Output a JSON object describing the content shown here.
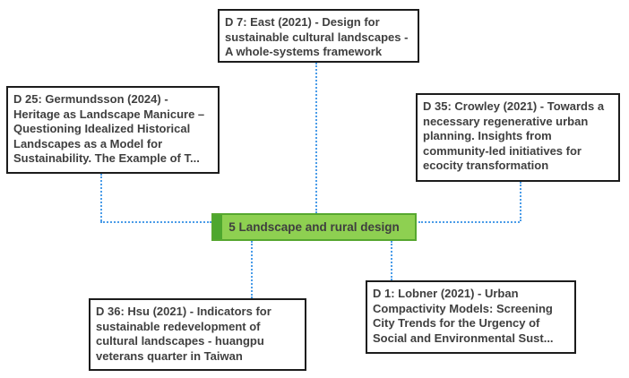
{
  "diagram": {
    "center_node": {
      "label": "5 Landscape and rural design"
    },
    "documents": [
      {
        "id": "d7",
        "label": "D 7: East (2021) - Design for sustainable cultural landscapes - A whole-systems framework"
      },
      {
        "id": "d25",
        "label": "D 25: Germundsson (2024) - Heritage as Landscape Manicure – Questioning Idealized Historical Landscapes as a Model for Sustainability. The Example of T..."
      },
      {
        "id": "d35",
        "label": "D 35: Crowley (2021) - Towards a necessary regenerative urban planning. Insights from community-led initiatives for ecocity transformation"
      },
      {
        "id": "d36",
        "label": "D 36: Hsu (2021) - Indicators for sustainable redevelopment of cultural landscapes - huangpu veterans quarter in Taiwan"
      },
      {
        "id": "d1",
        "label": "D 1: Lobner (2021) - Urban Compactivity Models: Screening City Trends for the Urgency of Social and Environmental Sust..."
      }
    ],
    "colors": {
      "connector_blue": "#4a9ce8",
      "node_fill_green": "#8ed051",
      "node_strip_green": "#4ea72e",
      "node_border_green": "#56a72f",
      "box_border": "#1c1c1c",
      "text_dark": "#3f3f3f",
      "background": "#ffffff"
    }
  }
}
